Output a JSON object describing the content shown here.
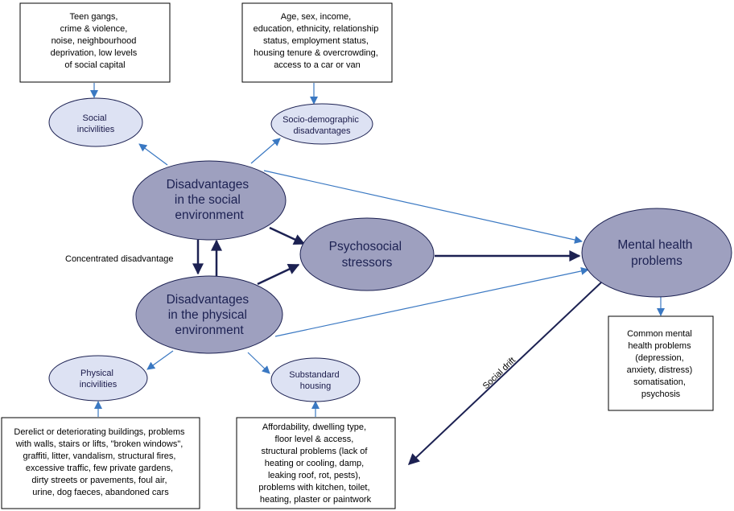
{
  "colors": {
    "big_node_fill": "#9ea0bf",
    "small_node_fill": "#dde2f3",
    "node_stroke": "#1c2152",
    "thin_arrow": "#3a78c2",
    "thick_arrow": "#1c2152"
  },
  "boxes": {
    "social_examples": [
      "Teen gangs,",
      "crime & violence,",
      "noise, neighbourhood",
      "deprivation, low levels",
      "of social capital"
    ],
    "sociodemo_examples": [
      "Age, sex, income,",
      "education, ethnicity, relationship",
      "status, employment status,",
      "housing tenure & overcrowding,",
      "access to a car or van"
    ],
    "physical_examples": [
      "Derelict or deteriorating buildings, problems",
      "with walls, stairs or lifts, \"broken windows\",",
      "graffiti, litter, vandalism, structural fires,",
      "excessive traffic, few private gardens,",
      "dirty streets or pavements, foul air,",
      "urine, dog faeces, abandoned cars"
    ],
    "housing_examples": [
      "Affordability, dwelling type,",
      "floor level & access,",
      "structural problems (lack of",
      "heating or cooling, damp,",
      "leaking roof, rot, pests),",
      "problems with kitchen, toilet,",
      "heating, plaster or paintwork"
    ],
    "mental_examples": [
      "Common mental",
      "health problems",
      "(depression,",
      "anxiety, distress)",
      "somatisation,",
      "psychosis"
    ]
  },
  "nodes": {
    "social_incivilities": [
      "Social",
      "incivilities"
    ],
    "sociodemographic": [
      "Socio-demographic",
      "disadvantages"
    ],
    "social_env": [
      "Disadvantages",
      "in the social",
      "environment"
    ],
    "physical_env": [
      "Disadvantages",
      "in the physical",
      "environment"
    ],
    "psychosocial": [
      "Psychosocial",
      "stressors"
    ],
    "mental_health": [
      "Mental health",
      "problems"
    ],
    "physical_incivilities": [
      "Physical",
      "incivilities"
    ],
    "substandard_housing": [
      "Substandard",
      "housing"
    ]
  },
  "labels": {
    "concentrated": "Concentrated disadvantage",
    "social_drift": "Social drift"
  }
}
